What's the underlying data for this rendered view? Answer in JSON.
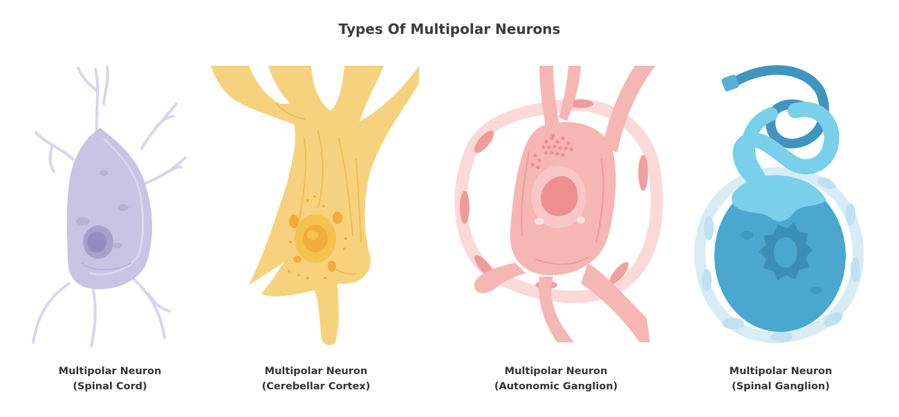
{
  "title": "Types Of Multipolar Neurons",
  "neurons": [
    {
      "line1": "Multipolar Neuron",
      "line2": "(Spinal Cord)"
    },
    {
      "line1": "Multipolar Neuron",
      "line2": "(Cerebellar Cortex)"
    },
    {
      "line1": "Multipolar Neuron",
      "line2": "(Autonomic Ganglion)"
    },
    {
      "line1": "Multipolar Neuron",
      "line2": "(Spinal Ganglion)"
    }
  ],
  "colors": {
    "spinal_cord": "#c9c3e4",
    "cerebellar": "#f7d27e",
    "autonomic": "#f6b6b4",
    "spinal_ganglion": "#4aa7cf",
    "text": "#333333"
  }
}
